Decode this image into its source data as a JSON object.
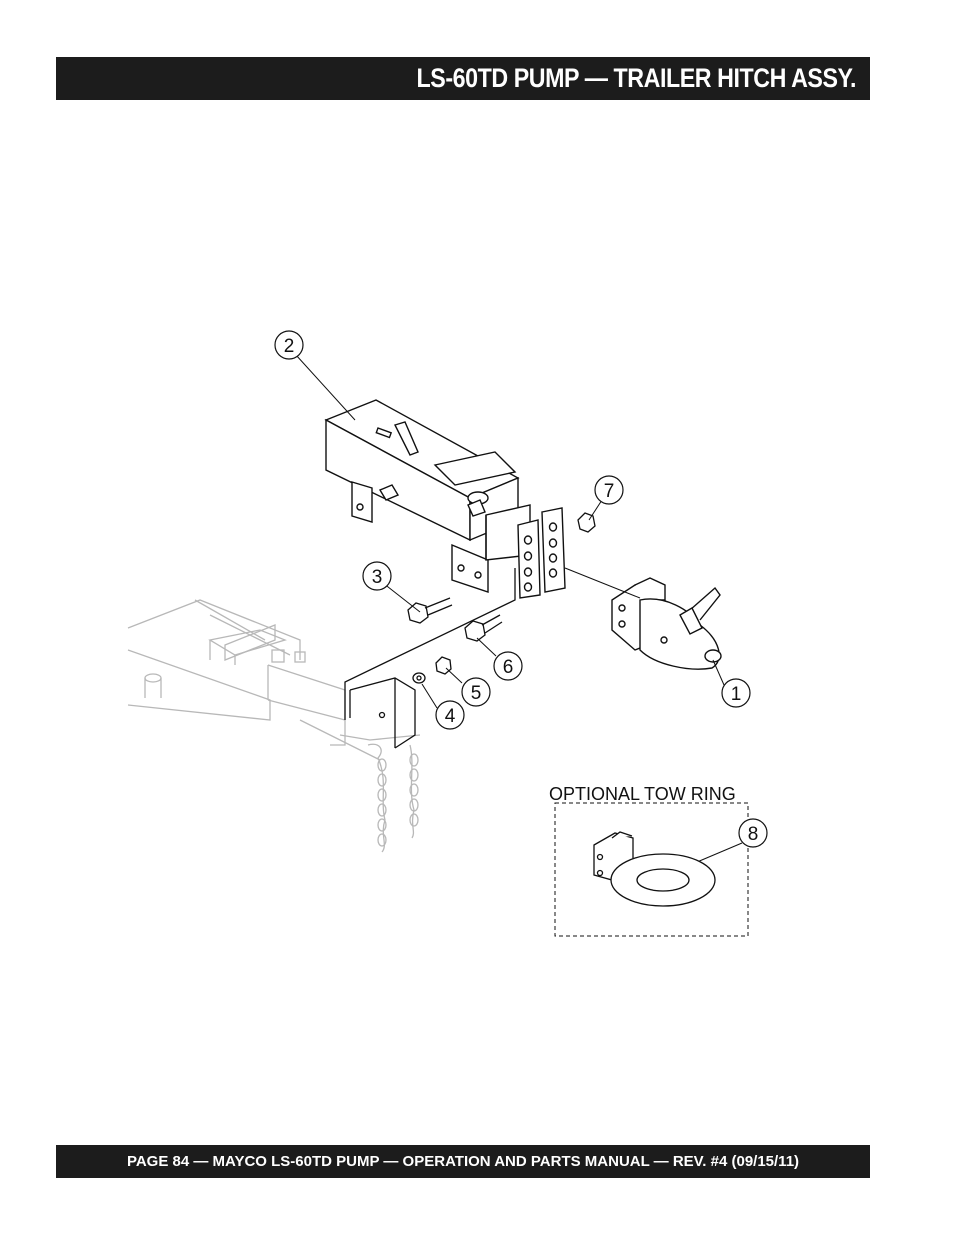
{
  "header": {
    "title": "LS-60TD PUMP — TRAILER HITCH ASSY."
  },
  "footer": {
    "text": "PAGE 84 — MAYCO LS-60TD PUMP — OPERATION AND PARTS MANUAL — REV. #4 (09/15/11)"
  },
  "diagram": {
    "callouts": [
      "1",
      "2",
      "3",
      "4",
      "5",
      "6",
      "7",
      "8"
    ],
    "optional_box_label": "OPTIONAL TOW RING"
  },
  "colors": {
    "bar": "#1c1c1c",
    "line": "#111111",
    "faded": "#b8b8b8"
  }
}
